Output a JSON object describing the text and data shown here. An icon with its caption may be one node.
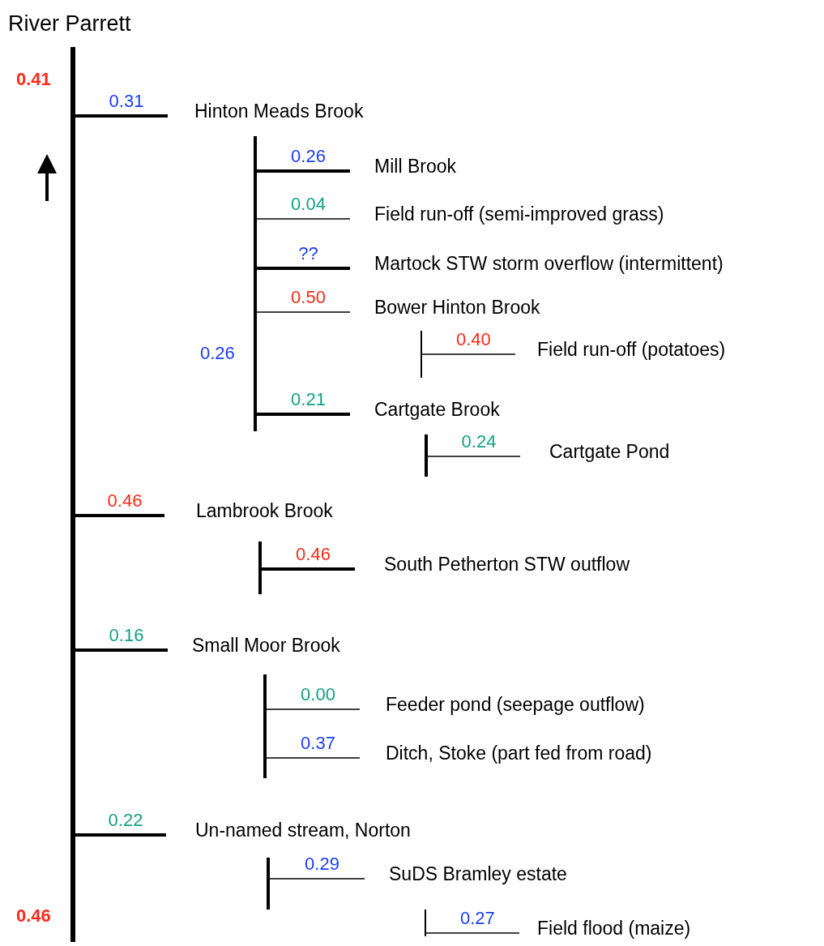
{
  "diagram": {
    "title": "River Parrett",
    "nodes": [
      {
        "text": [],
        "shape": "bar"
      },
      {
        "text": [
          "Hinton Meads Brook"
        ]
      },
      {
        "text": [],
        "shape": "bar"
      },
      {
        "text": [
          "Mill Brook"
        ]
      },
      {
        "text": [
          "Field run-off (semi-improved grass)"
        ]
      },
      {
        "text": [
          "Martock STW storm overflow (intermittent)"
        ]
      },
      {
        "text": [
          "Bower Hinton Brook"
        ]
      },
      {
        "text": [],
        "shape": "bar"
      },
      {
        "text": [
          "Field run-off (potatoes)"
        ]
      },
      {
        "text": [
          "Cartgate Brook"
        ]
      },
      {
        "text": [],
        "shape": "bar"
      },
      {
        "text": [
          "Cartgate Pond"
        ]
      },
      {
        "text": [
          "Lambrook Brook"
        ]
      },
      {
        "text": [],
        "shape": "bar"
      },
      {
        "text": [
          "South Petherton STW outflow"
        ]
      },
      {
        "text": [
          "Small Moor Brook"
        ]
      },
      {
        "text": [],
        "shape": "bar"
      },
      {
        "text": [
          "Feeder pond (seepage outflow)"
        ]
      },
      {
        "text": [
          "Ditch, Stoke (part fed from road)"
        ]
      },
      {
        "text": [
          "Un-named stream, Norton"
        ]
      },
      {
        "text": [],
        "shape": "bar"
      },
      {
        "text": [
          "SuDS Bramley estate"
        ]
      },
      {
        "text": [],
        "shape": "bar"
      },
      {
        "text": [
          "Field flood (maize)"
        ]
      }
    ],
    "edges": [
      {
        "from": 0,
        "to": 1,
        "arrow": "none",
        "label": "0.31",
        "style": "thick"
      },
      {
        "from": 2,
        "to": 3,
        "arrow": "none",
        "label": "0.26",
        "style": "thick"
      },
      {
        "from": 2,
        "to": 4,
        "arrow": "none",
        "label": "0.04"
      },
      {
        "from": 2,
        "to": 5,
        "arrow": "none",
        "label": "??",
        "style": "thick"
      },
      {
        "from": 2,
        "to": 6,
        "arrow": "none",
        "label": "0.50"
      },
      {
        "from": 7,
        "to": 8,
        "arrow": "none",
        "label": "0.40"
      },
      {
        "from": 2,
        "to": 9,
        "arrow": "none",
        "label": "0.21",
        "style": "thick"
      },
      {
        "from": 10,
        "to": 11,
        "arrow": "none",
        "label": "0.24"
      },
      {
        "from": 0,
        "to": 12,
        "arrow": "none",
        "label": "0.46",
        "style": "thick"
      },
      {
        "from": 13,
        "to": 14,
        "arrow": "none",
        "label": "0.46",
        "style": "thick"
      },
      {
        "from": 0,
        "to": 15,
        "arrow": "none",
        "label": "0.16",
        "style": "thick"
      },
      {
        "from": 16,
        "to": 17,
        "arrow": "none",
        "label": "0.00"
      },
      {
        "from": 16,
        "to": 18,
        "arrow": "none",
        "label": "0.37"
      },
      {
        "from": 0,
        "to": 19,
        "arrow": "none",
        "label": "0.22",
        "style": "thick"
      },
      {
        "from": 20,
        "to": 21,
        "arrow": "none",
        "label": "0.29"
      },
      {
        "from": 22,
        "to": 23,
        "arrow": "none",
        "label": "0.27"
      }
    ],
    "labels": [
      "0.41",
      "0.26",
      "0.46"
    ]
  }
}
